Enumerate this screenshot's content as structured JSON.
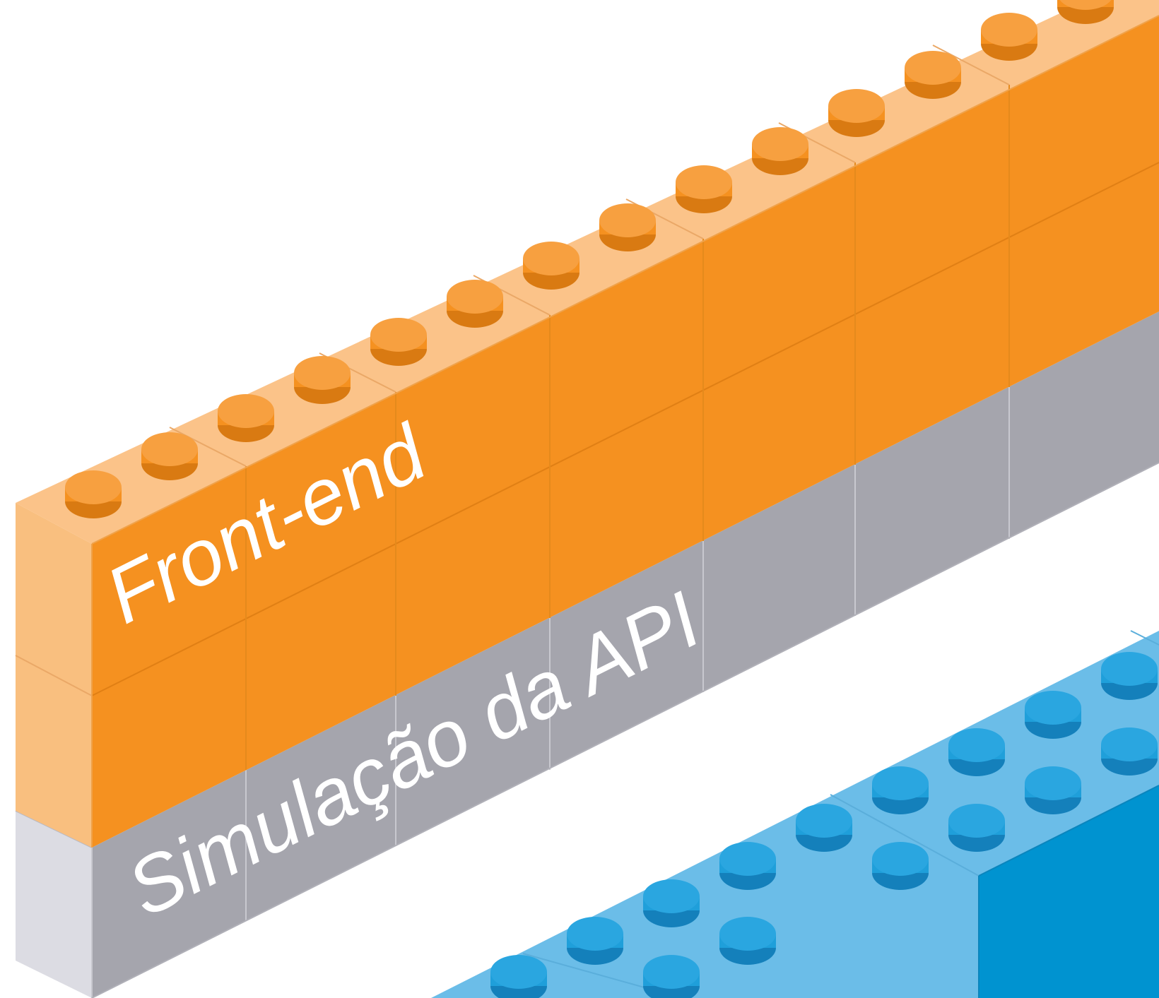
{
  "labels": {
    "front_end": "Front-end",
    "api_simulation": "Simulação da API"
  },
  "colors": {
    "orange_front": "#f59120",
    "orange_side": "#f9bf7f",
    "orange_top": "#fbc389",
    "orange_stud": "#f59120",
    "gray_front": "#a5a5ad",
    "gray_side": "#dcdce3",
    "blue_front": "#0093d0",
    "blue_top": "#6bbde8",
    "blue_stud": "#1f9fda",
    "label_text": "#ffffff",
    "background": "#ffffff"
  },
  "layers": [
    {
      "name": "front-end-bricks",
      "color": "orange"
    },
    {
      "name": "api-simulation-bricks",
      "color": "gray"
    },
    {
      "name": "blue-base-bricks",
      "color": "blue"
    }
  ]
}
